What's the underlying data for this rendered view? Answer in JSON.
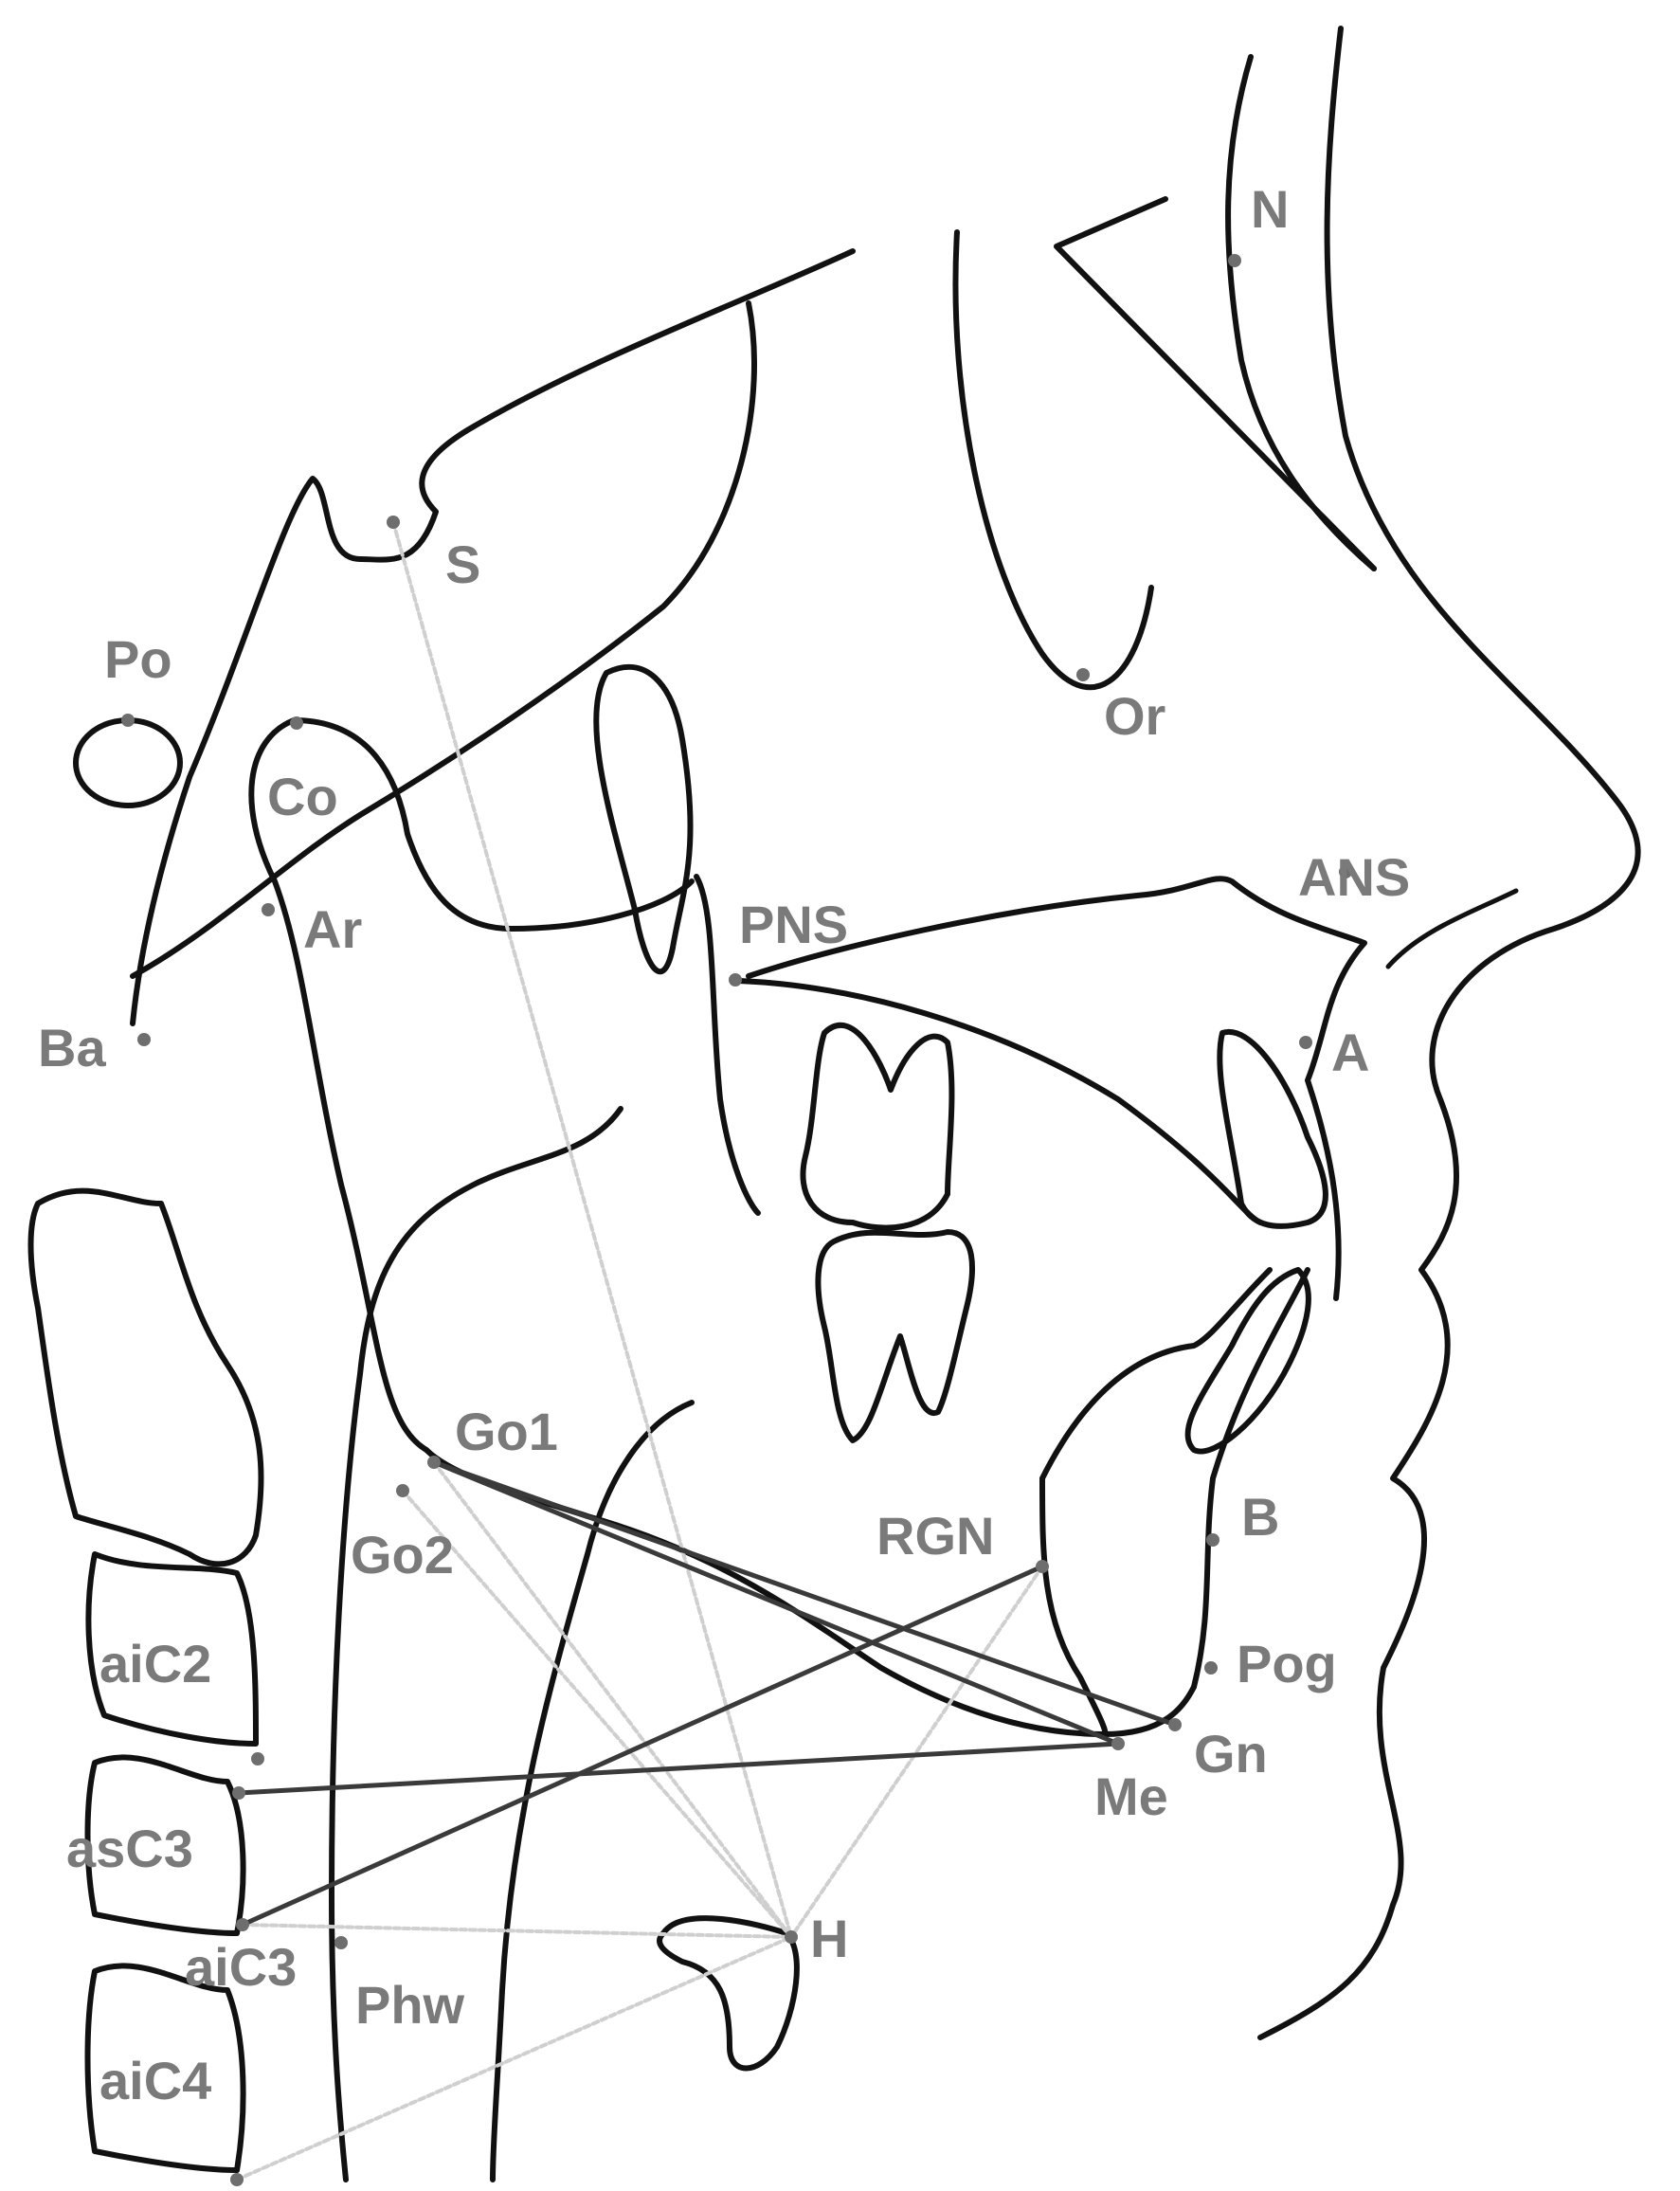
{
  "landmarks": [
    {
      "id": "N",
      "label": "N"
    },
    {
      "id": "S",
      "label": "S"
    },
    {
      "id": "Po",
      "label": "Po"
    },
    {
      "id": "Or",
      "label": "Or"
    },
    {
      "id": "Co",
      "label": "Co"
    },
    {
      "id": "Ar",
      "label": "Ar"
    },
    {
      "id": "PNS",
      "label": "PNS"
    },
    {
      "id": "ANS",
      "label": "ANS"
    },
    {
      "id": "A",
      "label": "A"
    },
    {
      "id": "Ba",
      "label": "Ba"
    },
    {
      "id": "Go1",
      "label": "Go1"
    },
    {
      "id": "Go2",
      "label": "Go2"
    },
    {
      "id": "RGN",
      "label": "RGN"
    },
    {
      "id": "B",
      "label": "B"
    },
    {
      "id": "Pog",
      "label": "Pog"
    },
    {
      "id": "Gn",
      "label": "Gn"
    },
    {
      "id": "Me",
      "label": "Me"
    },
    {
      "id": "H",
      "label": "H"
    },
    {
      "id": "aiC2",
      "label": "aiC2"
    },
    {
      "id": "asC3",
      "label": "asC3"
    },
    {
      "id": "aiC3",
      "label": "aiC3"
    },
    {
      "id": "Phw",
      "label": "Phw"
    },
    {
      "id": "aiC4",
      "label": "aiC4"
    }
  ],
  "measurement_lines": {
    "dark": [
      [
        "Go1",
        "Gn"
      ],
      [
        "Go1",
        "Me"
      ],
      [
        "asC3",
        "Me"
      ],
      [
        "aiC3",
        "RGN"
      ]
    ],
    "light": [
      [
        "S",
        "H"
      ],
      [
        "Go2",
        "H"
      ],
      [
        "aiC3",
        "H"
      ],
      [
        "aiC4",
        "H"
      ],
      [
        "Go1",
        "H"
      ],
      [
        "RGN",
        "H"
      ]
    ]
  }
}
